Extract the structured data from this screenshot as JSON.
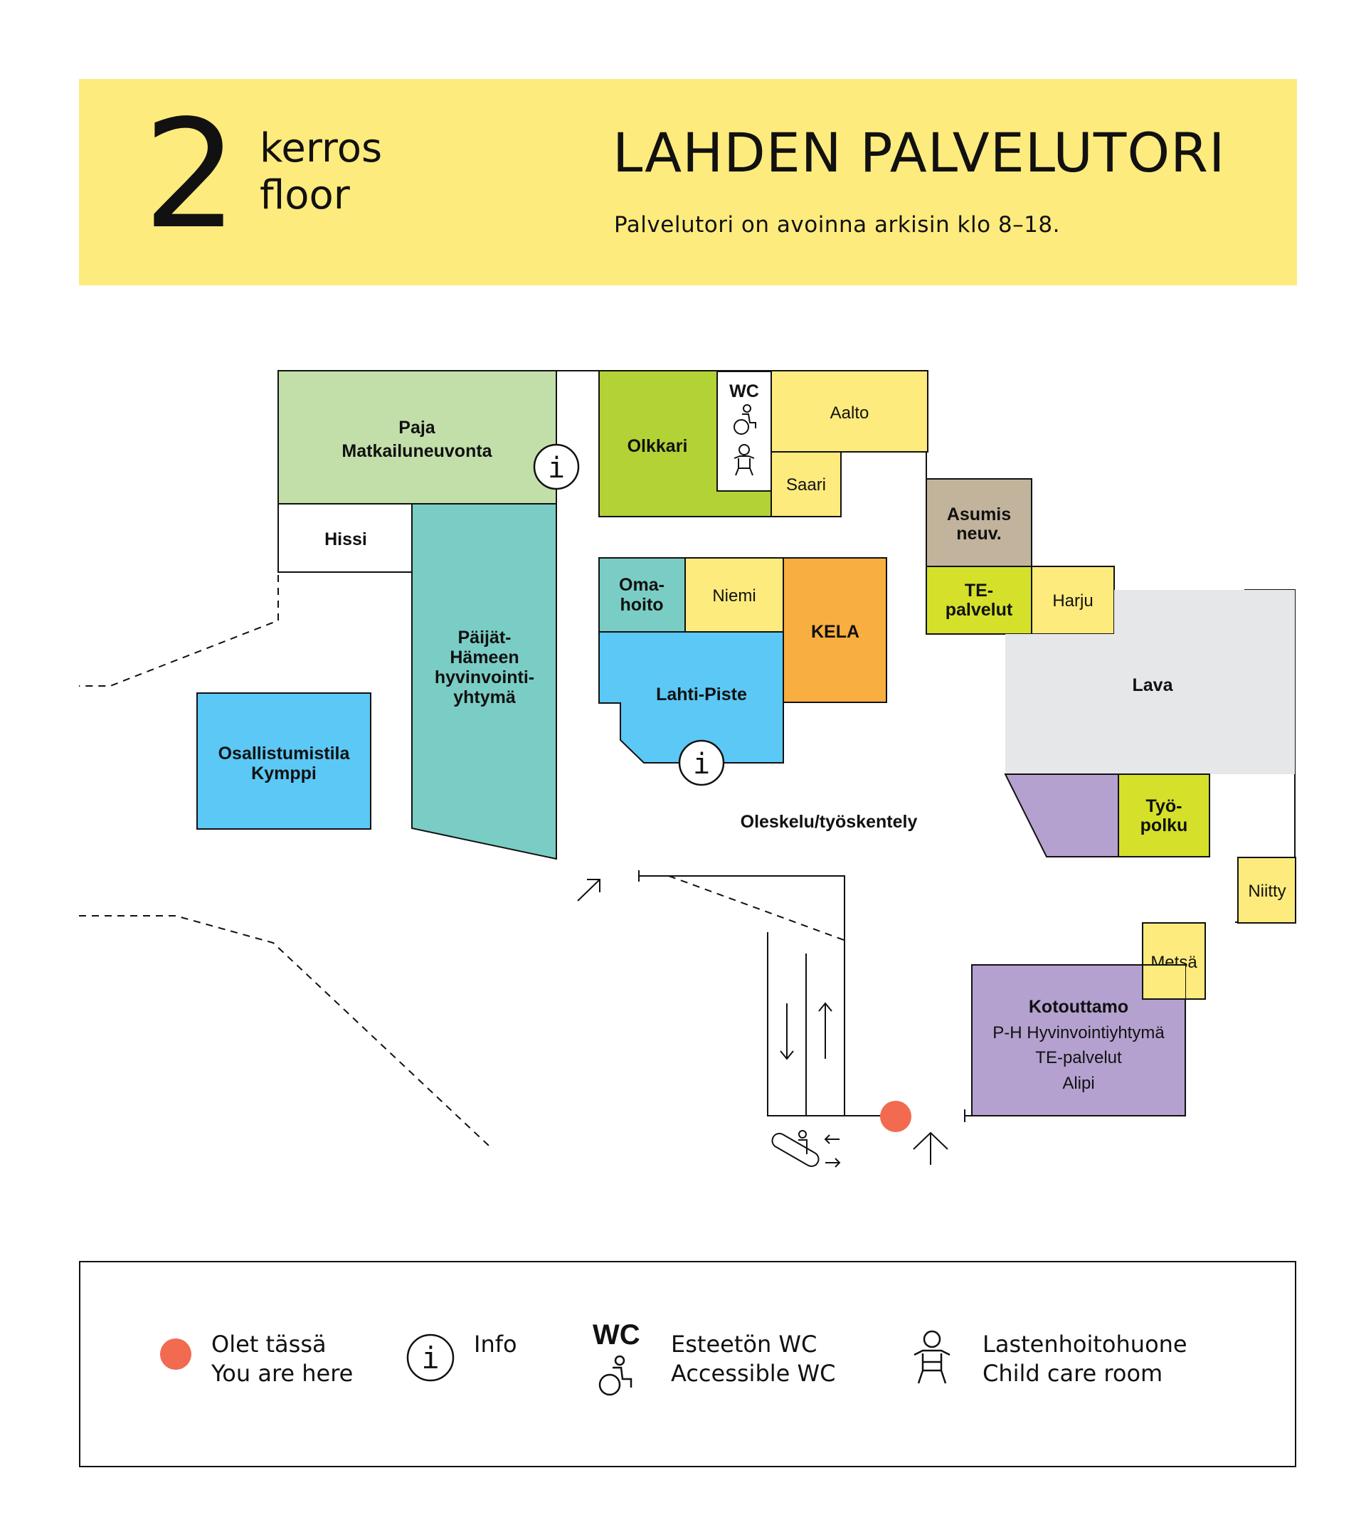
{
  "header": {
    "floor_number": "2",
    "floor_label_fi": "kerros",
    "floor_label_en": "floor",
    "title": "LAHDEN PALVELUTORI",
    "subtitle": "Palvelutori on avoinna arkisin klo 8–18."
  },
  "colors": {
    "header_bg": "#FEEB7D",
    "green_light": "#C2DFAA",
    "teal": "#7ACDC4",
    "lime": "#B3D235",
    "yellow": "#FEEB7D",
    "blue": "#5BC8F5",
    "orange": "#F9AE40",
    "taupe": "#C2B49C",
    "yellow_green": "#D5E02A",
    "grey": "#E6E7E8",
    "purple": "#B4A1CF",
    "you_are_here": "#F26A50"
  },
  "rooms": {
    "paja": "Paja",
    "matkailuneuvonta": "Matkailuneuvonta",
    "hissi": "Hissi",
    "paijat_1": "Päijät-",
    "paijat_2": "Hämeen",
    "paijat_3": "hyvinvointi-",
    "paijat_4": "yhtymä",
    "osallistumistila_1": "Osallistumistila",
    "osallistumistila_2": "Kymppi",
    "olkkari": "Olkkari",
    "wc": "WC",
    "aalto": "Aalto",
    "saari": "Saari",
    "asumis_1": "Asumis",
    "asumis_2": "neuv.",
    "te_1": "TE-",
    "te_2": "palvelut",
    "harju": "Harju",
    "omahoito_1": "Oma-",
    "omahoito_2": "hoito",
    "niemi": "Niemi",
    "kela": "KELA",
    "lahti_piste": "Lahti-Piste",
    "lava": "Lava",
    "tyopolku_1": "Työ-",
    "tyopolku_2": "polku",
    "oleskelu": "Oleskelu/työskentely",
    "niitty": "Niitty",
    "metsa": "Metsä",
    "kotouttamo": "Kotouttamo",
    "kotouttamo_sub1": "P-H Hyvinvointiyhtymä",
    "kotouttamo_sub2": "TE-palvelut",
    "kotouttamo_sub3": "Alipi"
  },
  "icons": {
    "info": "info-icon",
    "info_letter": "i",
    "wheelchair": "wheelchair-icon",
    "baby": "baby-icon",
    "escalator": "escalator-icon",
    "you_are_here": "you-are-here-dot"
  },
  "legend": {
    "you_are_here_fi": "Olet tässä",
    "you_are_here_en": "You are here",
    "info": "Info",
    "wc_mark": "WC",
    "accessible_wc_fi": "Esteetön WC",
    "accessible_wc_en": "Accessible WC",
    "childcare_fi": "Lastenhoitohuone",
    "childcare_en": "Child care room"
  }
}
